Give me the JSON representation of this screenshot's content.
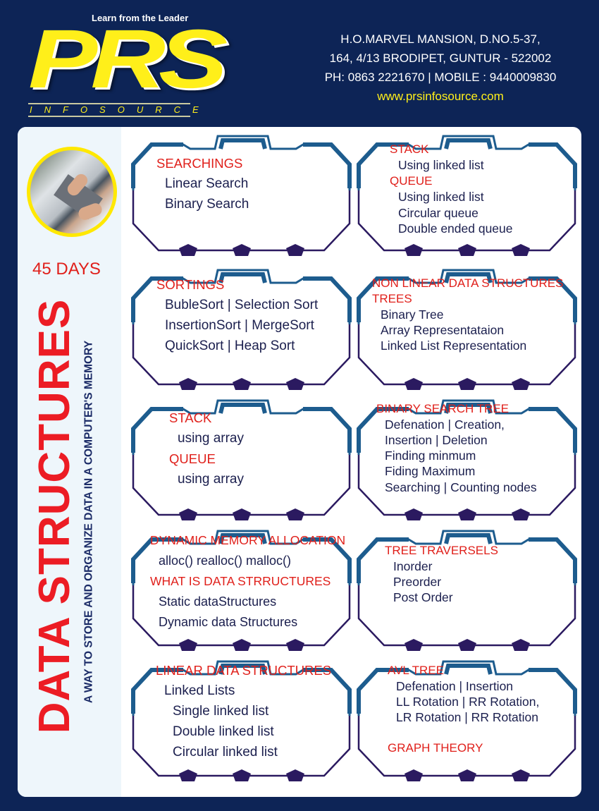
{
  "header": {
    "tagline": "Learn from the Leader",
    "logo_text": "PRS",
    "logo_subtext": "INFOSOURCE",
    "address_line1": "H.O.MARVEL MANSION, D.NO.5-37,",
    "address_line2": "164, 4/13 BRODIPET, GUNTUR - 522002",
    "phone_line": "PH: 0863 2221670 | MOBILE : 9440009830",
    "website": "www.prsinfosource.com"
  },
  "sidebar": {
    "duration": "45 DAYS",
    "title": "DATA STRUCTURES",
    "subtitle": "A WAY TO STORE AND ORGANIZE DATA IN A COMPUTER'S MEMORY"
  },
  "colors": {
    "background": "#0d2456",
    "heading": "#e0201b",
    "text": "#1b1f4e",
    "logo": "#ffef1a",
    "frame_top": "#1d5c8e",
    "frame_bottom": "#2b1a60"
  },
  "cards": [
    {
      "lines": [
        {
          "text": "SEARCHINGS",
          "type": "heading"
        },
        {
          "text": "Linear Search",
          "type": "item"
        },
        {
          "text": "Binary Search",
          "type": "item"
        }
      ]
    },
    {
      "lines": [
        {
          "text": "STACK",
          "type": "heading"
        },
        {
          "text": "Using linked list",
          "type": "item"
        },
        {
          "text": "QUEUE",
          "type": "heading"
        },
        {
          "text": "Using  linked list",
          "type": "item"
        },
        {
          "text": "Circular queue",
          "type": "item"
        },
        {
          "text": "Double ended queue",
          "type": "item"
        }
      ]
    },
    {
      "lines": [
        {
          "text": "SORTINGS",
          "type": "heading"
        },
        {
          "text": "BubleSort |  Selection Sort",
          "type": "item"
        },
        {
          "text": "InsertionSort |   MergeSort",
          "type": "item"
        },
        {
          "text": "QuickSort |  Heap Sort",
          "type": "item"
        }
      ]
    },
    {
      "lines": [
        {
          "text": "NON LINEAR DATA STRUCTURES",
          "type": "heading"
        },
        {
          "text": "TREES",
          "type": "heading"
        },
        {
          "text": "Binary Tree",
          "type": "item"
        },
        {
          "text": "Array Representataion",
          "type": "item"
        },
        {
          "text": "Linked List Representation",
          "type": "item"
        }
      ]
    },
    {
      "lines": [
        {
          "text": "STACK",
          "type": "heading"
        },
        {
          "text": "using array",
          "type": "item"
        },
        {
          "text": "QUEUE",
          "type": "heading"
        },
        {
          "text": "using array",
          "type": "item"
        }
      ]
    },
    {
      "lines": [
        {
          "text": "BINARY SEARCH TREE",
          "type": "heading"
        },
        {
          "text": "Defenation  | Creation,",
          "type": "item"
        },
        {
          "text": "Insertion | Deletion",
          "type": "item"
        },
        {
          "text": "Finding minmum",
          "type": "item"
        },
        {
          "text": "Fiding Maximum",
          "type": "item"
        },
        {
          "text": "Searching | Counting nodes",
          "type": "item"
        }
      ]
    },
    {
      "lines": [
        {
          "text": "DYNAMIC MEMORY ALLOCATION",
          "type": "heading"
        },
        {
          "text": "alloc() realloc() malloc()",
          "type": "item"
        },
        {
          "text": "WHAT IS DATA STRRUCTURES",
          "type": "heading"
        },
        {
          "text": "Static dataStructures",
          "type": "item"
        },
        {
          "text": "Dynamic data Structures",
          "type": "item"
        }
      ]
    },
    {
      "lines": [
        {
          "text": "TREE TRAVERSELS",
          "type": "heading"
        },
        {
          "text": "Inorder",
          "type": "item"
        },
        {
          "text": "Preorder",
          "type": "item"
        },
        {
          "text": "Post Order",
          "type": "item"
        }
      ]
    },
    {
      "lines": [
        {
          "text": "LINEAR DATA STRUCTURES",
          "type": "heading"
        },
        {
          "text": "Linked Lists",
          "type": "item"
        },
        {
          "text": "Single linked list",
          "type": "subitem"
        },
        {
          "text": "Double linked list",
          "type": "subitem"
        },
        {
          "text": "Circular linked list",
          "type": "subitem"
        }
      ]
    },
    {
      "lines": [
        {
          "text": "AVL TREE",
          "type": "heading"
        },
        {
          "text": "Defenation |  Insertion",
          "type": "item"
        },
        {
          "text": "LL Rotation | RR Rotation,",
          "type": "item"
        },
        {
          "text": "LR Rotation |  RR Rotation",
          "type": "item"
        },
        {
          "text": "GRAPH THEORY",
          "type": "heading"
        }
      ]
    }
  ]
}
